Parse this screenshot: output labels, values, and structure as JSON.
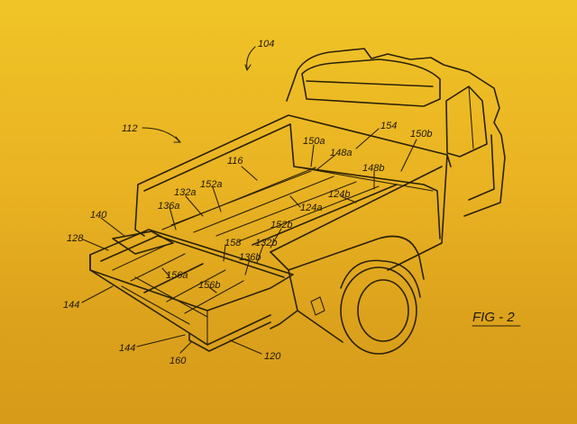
{
  "figure": {
    "caption": "FIG - 2",
    "labels": {
      "l104": "104",
      "l112": "112",
      "l116": "116",
      "l150a": "150a",
      "l148a": "148a",
      "l154": "154",
      "l150b": "150b",
      "l148b": "148b",
      "l124b": "124b",
      "l124a": "124a",
      "l152a": "152a",
      "l132a": "132a",
      "l136a": "136a",
      "l140": "140",
      "l128": "128",
      "l158": "158",
      "l152b": "152b",
      "l132b": "132b",
      "l136b": "136b",
      "l156a": "156a",
      "l156b": "156b",
      "l144_top": "144",
      "l144_bottom": "144",
      "l160": "160",
      "l120": "120"
    }
  }
}
